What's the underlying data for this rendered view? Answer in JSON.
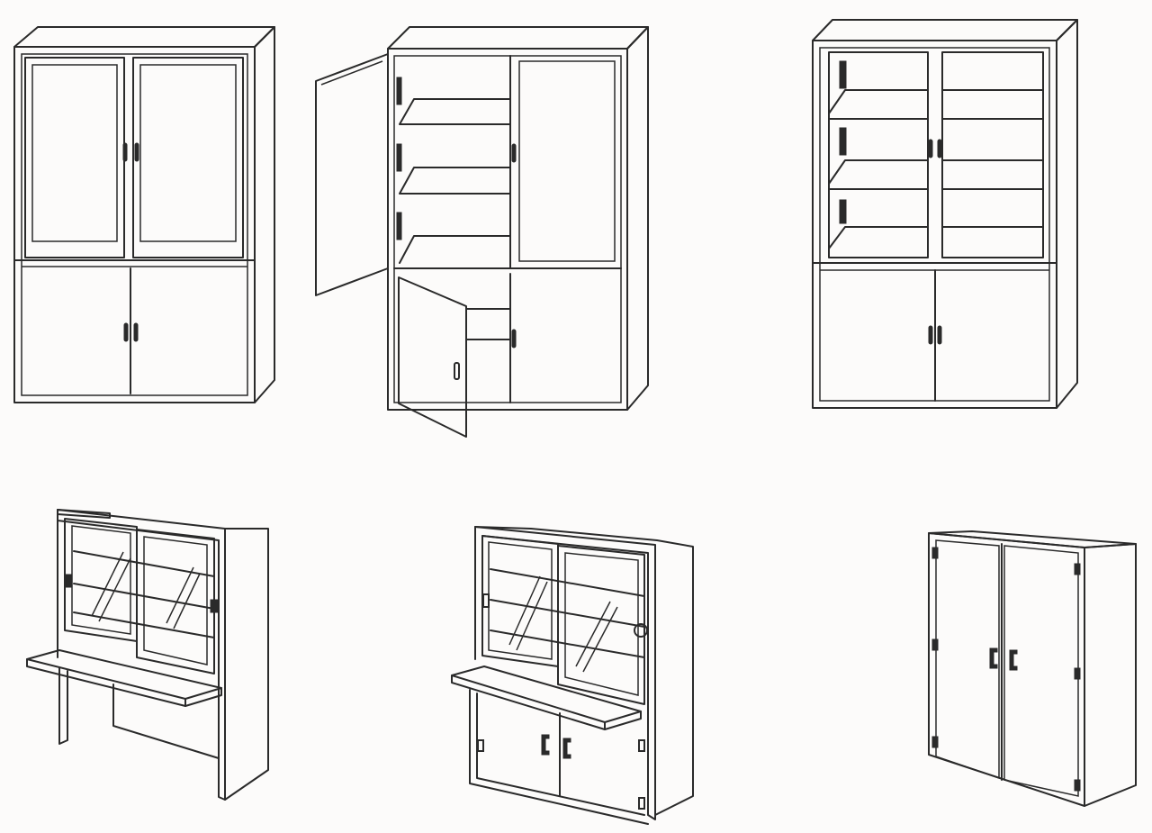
{
  "figure": {
    "background": "#fcfbfa",
    "line_color": "#2a2a2a",
    "panels": [
      {
        "id": "tall-glazed-cabinet-closed",
        "icon": "cabinet-closed-icon"
      },
      {
        "id": "tall-glazed-cabinet-open",
        "icon": "cabinet-open-icon"
      },
      {
        "id": "tall-glass-cabinet-with-shelves",
        "icon": "cabinet-shelves-icon"
      },
      {
        "id": "sliding-glass-wall-unit-with-ledge",
        "icon": "wall-unit-icon"
      },
      {
        "id": "sliding-glass-unit-over-base-cupboard",
        "icon": "wall-unit-base-icon"
      },
      {
        "id": "double-door-storage-cabinet",
        "icon": "double-door-cabinet-icon"
      }
    ]
  }
}
